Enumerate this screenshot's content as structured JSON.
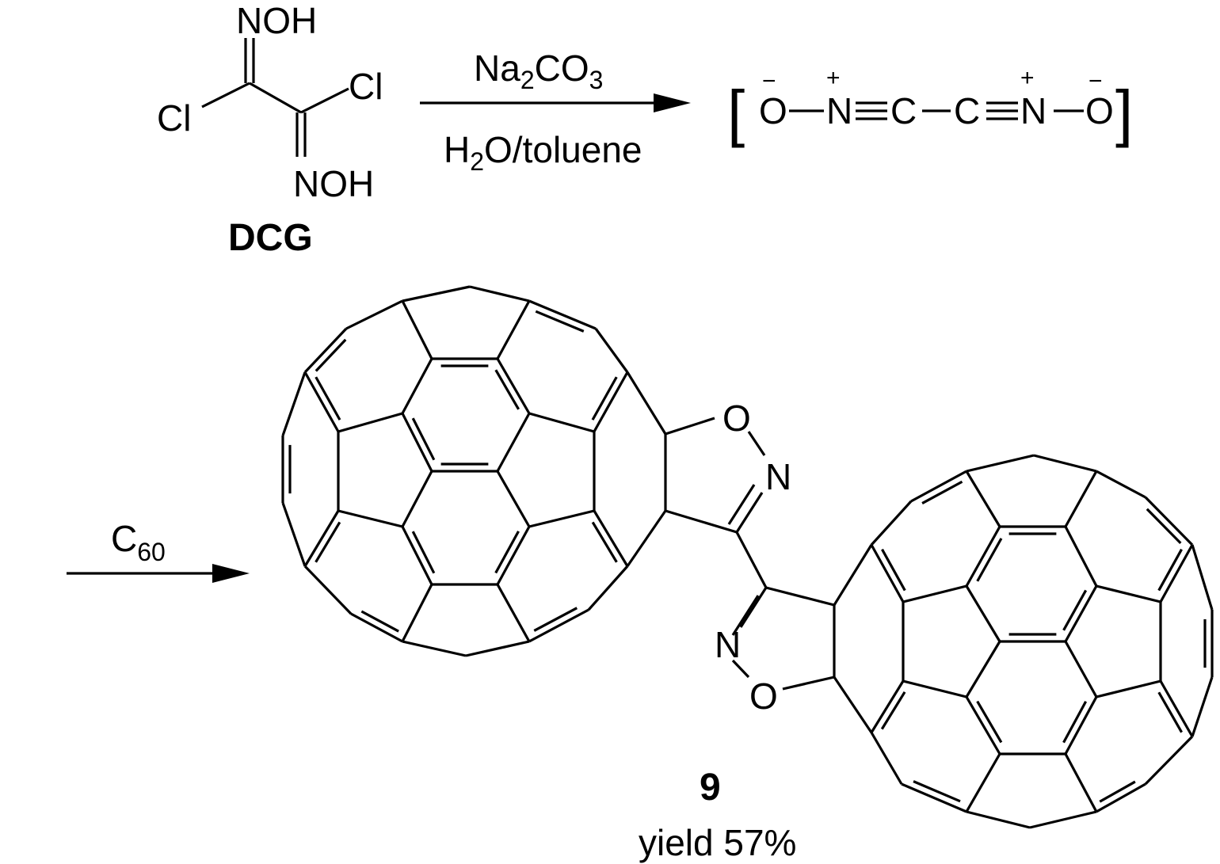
{
  "reactant": {
    "name": "DCG",
    "oxime_top": "NOH",
    "oxime_bottom": "NOH",
    "chloro_left": "Cl",
    "chloro_right": "Cl"
  },
  "step1": {
    "reagent_main": "Na",
    "reagent_sub1": "2",
    "reagent_mid": "CO",
    "reagent_sub2": "3",
    "solvent_a": "H",
    "solvent_sub": "2",
    "solvent_b": "O/toluene"
  },
  "intermediate": {
    "bracket_left": "[",
    "bracket_right": "]",
    "o_left": "O",
    "n_left": "N",
    "c_left": "C",
    "c_right": "C",
    "n_right": "N",
    "o_right": "O",
    "minus": "−",
    "plus": "+"
  },
  "step2": {
    "reagent_main": "C",
    "reagent_sub": "60"
  },
  "product": {
    "number": "9",
    "yield": "yield 57%",
    "ring1_o": "O",
    "ring1_n": "N",
    "ring2_n": "N",
    "ring2_o": "O"
  }
}
